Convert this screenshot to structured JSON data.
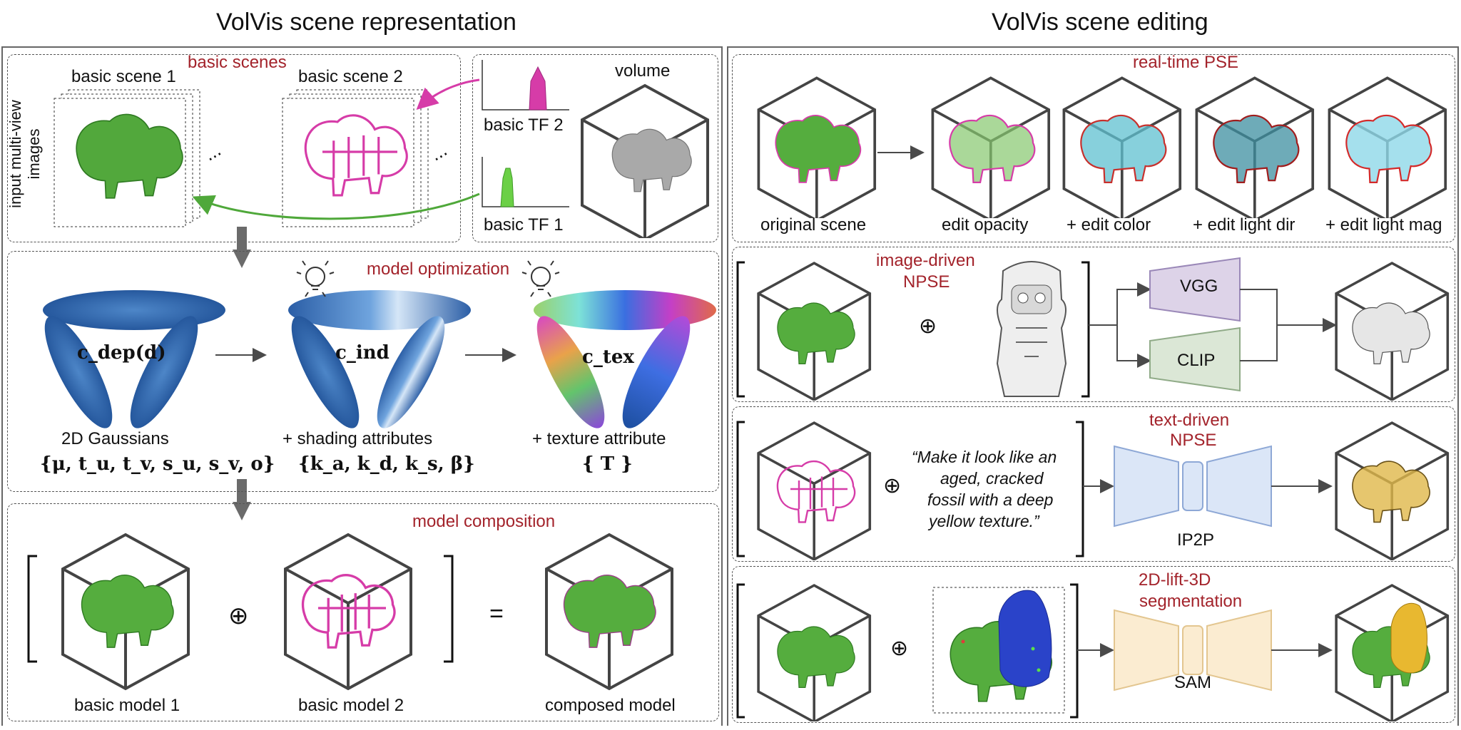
{
  "left_title": "VolVis scene representation",
  "right_title": "VolVis scene editing",
  "scenes": {
    "section_label": "basic scenes",
    "side_label": "input multi-view images",
    "scene1": "basic scene 1",
    "scene2": "basic scene 2",
    "ellipsis": "...",
    "tf1": "basic TF 1",
    "tf2": "basic TF 2",
    "volume": "volume"
  },
  "optimization": {
    "section_label": "model optimization",
    "g1_math": "c_dep(d)",
    "g2_math": "c_ind",
    "g3_math": "c_tex",
    "g1_label": "2D Gaussians",
    "g2_label": "+ shading attributes",
    "g3_label": "+ texture attribute",
    "g1_params": "{μ, t_u, t_v, s_u, s_v, o}",
    "g2_params": "{k_a, k_d, k_s, β}",
    "g3_params": "{ T }"
  },
  "composition": {
    "section_label": "model composition",
    "m1": "basic model 1",
    "m2": "basic model 2",
    "m3": "composed model",
    "plus": "⊕",
    "equals": "="
  },
  "pse": {
    "section_label": "real-time PSE",
    "steps": [
      "original scene",
      "edit opacity",
      "+ edit color",
      "+ edit light dir",
      "+ edit light mag"
    ]
  },
  "image_npse": {
    "section_label_1": "image-driven",
    "section_label_2": "NPSE",
    "vgg": "VGG",
    "clip": "CLIP"
  },
  "text_npse": {
    "section_label_1": "text-driven",
    "section_label_2": "NPSE",
    "prompt_1": "“Make it look like an",
    "prompt_2": "aged, cracked",
    "prompt_3": "fossil with a deep",
    "prompt_4": "yellow texture.”",
    "model": "IP2P"
  },
  "segmentation": {
    "section_label_1": "2D-lift-3D",
    "section_label_2": "segmentation",
    "model": "SAM"
  },
  "colors": {
    "green": "#4fa83a",
    "magenta": "#d63ca8",
    "accent_red": "#a3232b",
    "vgg_fill": "#ddd3e8",
    "clip_fill": "#dbe7d6",
    "ip2p_fill": "#dbe6f7",
    "sam_fill": "#fbecd1",
    "gaussian_blue": "#2f64a8"
  }
}
